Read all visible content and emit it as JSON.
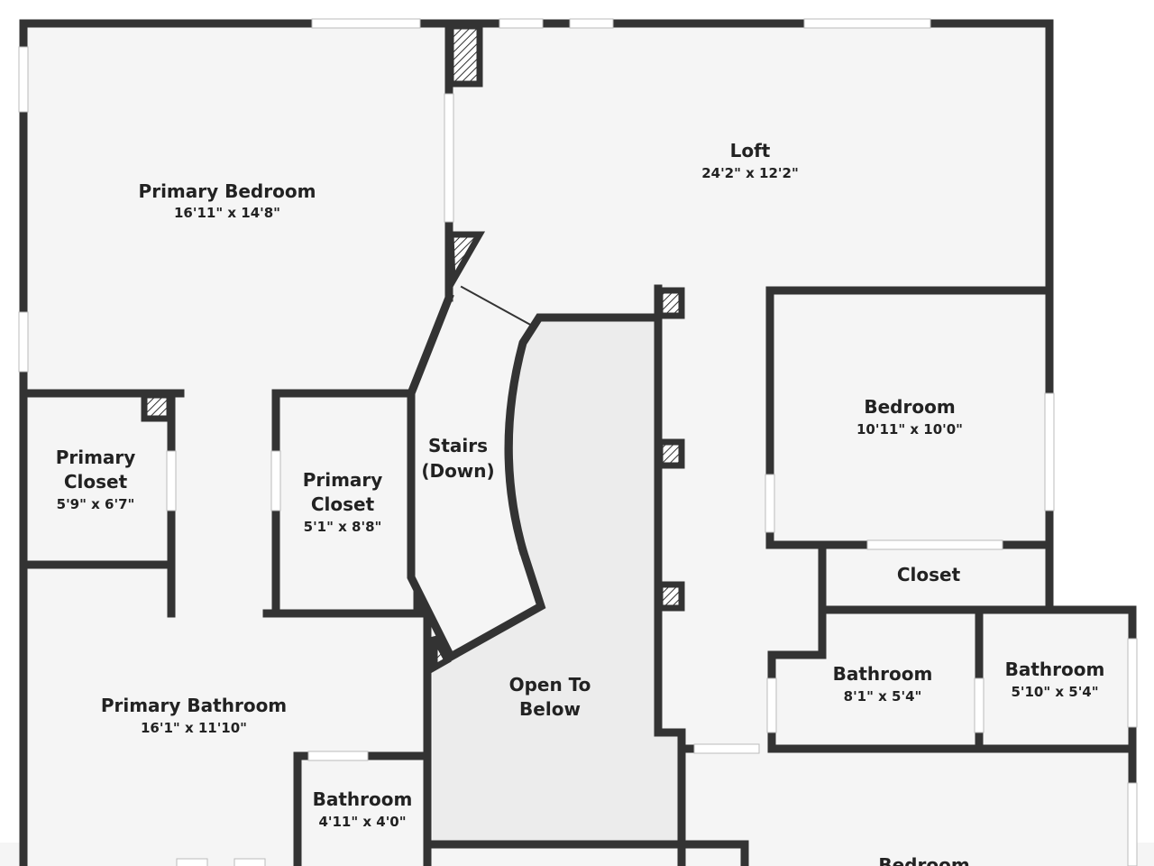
{
  "colors": {
    "wall": "#333333",
    "floor": "#f5f5f5",
    "open_to_below": "#ececec",
    "window": "#ffffff",
    "hatch": "#333333"
  },
  "rooms": {
    "primary_bedroom": {
      "name": "Primary Bedroom",
      "dims": "16'11\" x 14'8\""
    },
    "loft": {
      "name": "Loft",
      "dims": "24'2\" x 12'2\""
    },
    "bedroom_right": {
      "name": "Bedroom",
      "dims": "10'11\" x 10'0\""
    },
    "closet_right": {
      "name": "Closet"
    },
    "bathroom_mid": {
      "name": "Bathroom",
      "dims": "8'1\" x 5'4\""
    },
    "bathroom_far_right": {
      "name": "Bathroom",
      "dims": "5'10\" x 5'4\""
    },
    "primary_closet_left": {
      "name_line1": "Primary",
      "name_line2": "Closet",
      "dims": "5'9\" x 6'7\""
    },
    "primary_closet_mid": {
      "name_line1": "Primary",
      "name_line2": "Closet",
      "dims": "5'1\" x 8'8\""
    },
    "stairs": {
      "name_line1": "Stairs",
      "name_line2": "(Down)"
    },
    "open_to_below": {
      "name_line1": "Open To",
      "name_line2": "Below"
    },
    "primary_bathroom": {
      "name": "Primary Bathroom",
      "dims": "16'1\" x 11'10\""
    },
    "bathroom_small": {
      "name": "Bathroom",
      "dims": "4'11\" x 4'0\""
    },
    "bedroom_bottom": {
      "name": "Bedroom"
    }
  }
}
